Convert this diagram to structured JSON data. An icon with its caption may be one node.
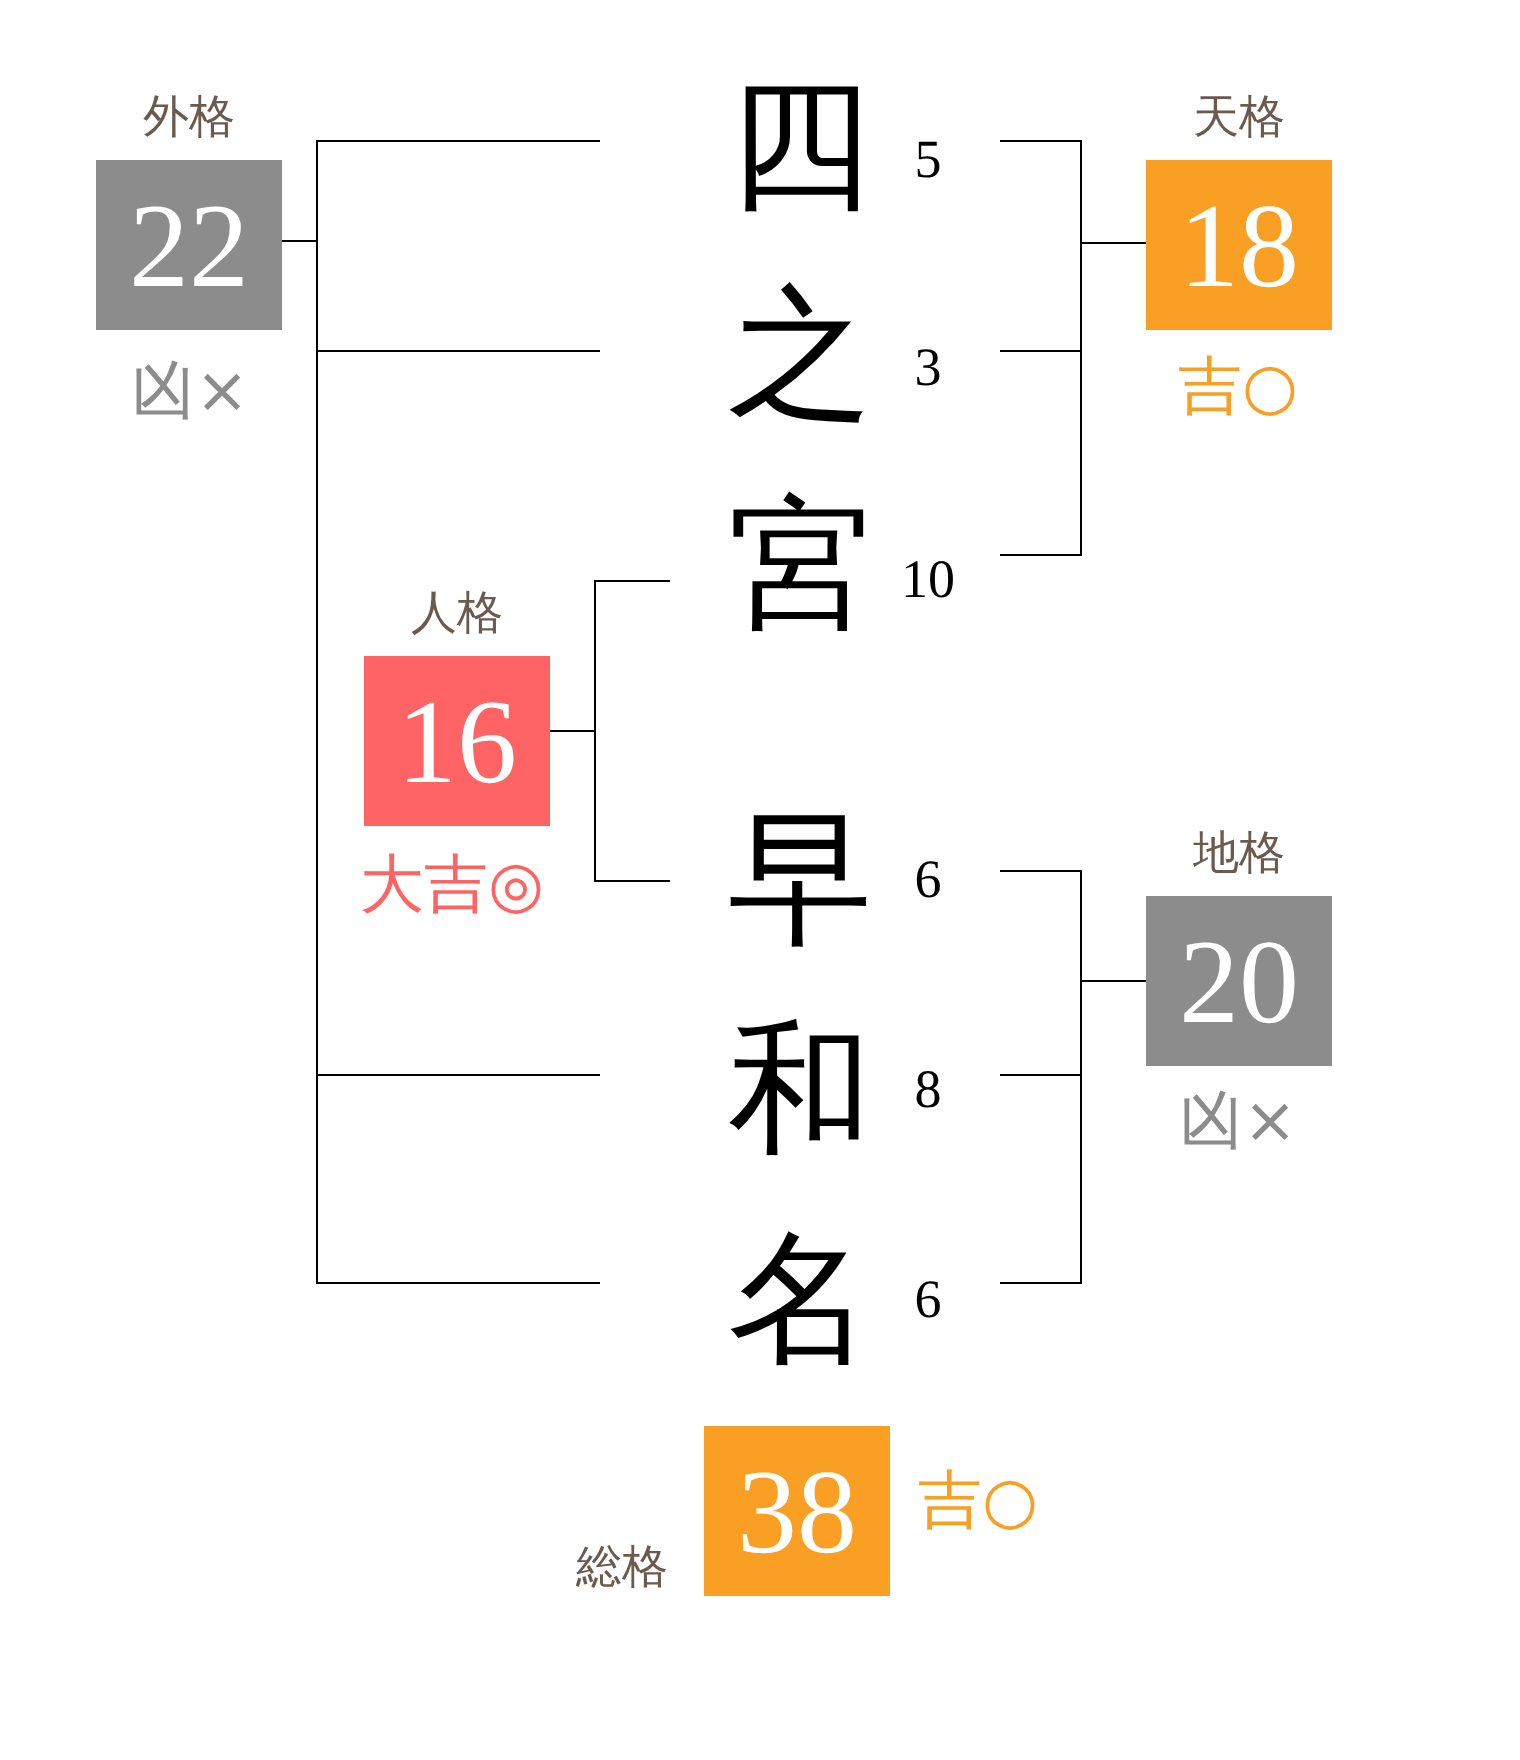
{
  "diagram": {
    "nodes": [
      {
        "text": [
          "外格",
          "22"
        ],
        "beside": [
          "凶×"
        ]
      },
      {
        "text": [
          "四"
        ],
        "beside": [
          "5"
        ]
      },
      {
        "text": [
          "之"
        ],
        "beside": [
          "3"
        ]
      },
      {
        "text": [
          "宮"
        ],
        "beside": [
          "10"
        ]
      },
      {
        "text": [
          "天格",
          "18"
        ],
        "beside": [
          "吉○"
        ]
      },
      {
        "text": [
          "人格",
          "16"
        ],
        "beside": [
          "大吉◎"
        ]
      },
      {
        "text": [
          "早"
        ],
        "beside": [
          "6"
        ]
      },
      {
        "text": [
          "和"
        ],
        "beside": [
          "8"
        ]
      },
      {
        "text": [
          "名"
        ],
        "beside": [
          "6"
        ]
      },
      {
        "text": [
          "地格",
          "20"
        ],
        "beside": [
          "凶×"
        ]
      },
      {
        "text": [
          "総格",
          "38"
        ],
        "beside": [
          "吉○"
        ]
      }
    ],
    "edges": [
      {
        "from": 1,
        "to": 0,
        "arrow": "none"
      },
      {
        "from": 2,
        "to": 0,
        "arrow": "none"
      },
      {
        "from": 7,
        "to": 0,
        "arrow": "none"
      },
      {
        "from": 8,
        "to": 0,
        "arrow": "none"
      },
      {
        "from": 1,
        "to": 4,
        "arrow": "none"
      },
      {
        "from": 2,
        "to": 4,
        "arrow": "none"
      },
      {
        "from": 3,
        "to": 4,
        "arrow": "none"
      },
      {
        "from": 3,
        "to": 5,
        "arrow": "none"
      },
      {
        "from": 6,
        "to": 5,
        "arrow": "none"
      },
      {
        "from": 6,
        "to": 9,
        "arrow": "none"
      },
      {
        "from": 7,
        "to": 9,
        "arrow": "none"
      },
      {
        "from": 8,
        "to": 9,
        "arrow": "none"
      }
    ]
  }
}
